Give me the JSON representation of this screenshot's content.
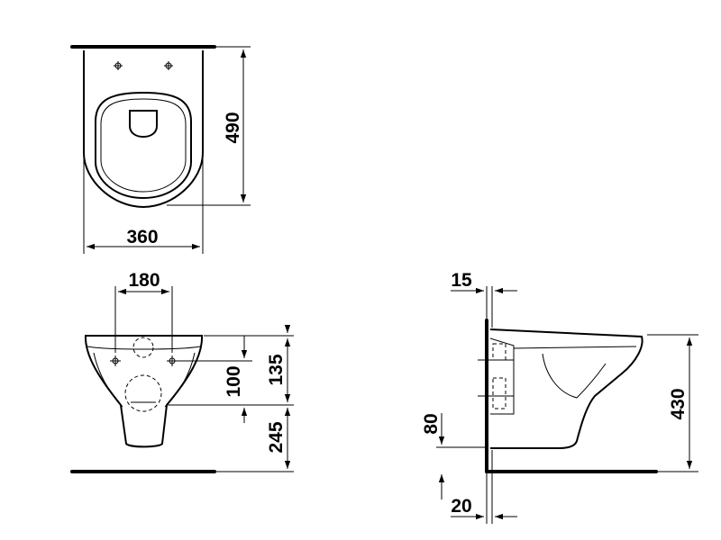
{
  "dimensions": {
    "top_depth": "490",
    "top_width": "360",
    "front_fixing_spacing": "180",
    "front_fixing_height": "100",
    "front_top_height": "135",
    "front_bottom_height": "245",
    "side_wall_thickness": "15",
    "side_height": "430",
    "side_outlet_height": "80",
    "side_floor_offset": "20"
  }
}
